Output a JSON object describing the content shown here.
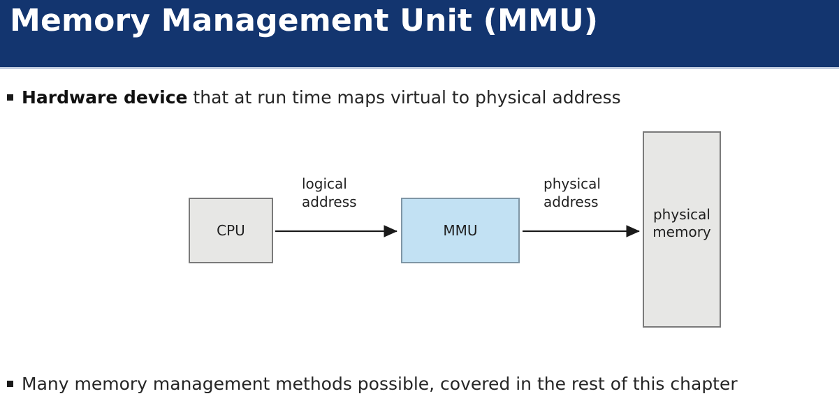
{
  "slide": {
    "title": "Memory Management Unit (MMU)",
    "bullets": {
      "top": {
        "emphasis": "Hardware device",
        "rest": " that at run time maps virtual to physical address"
      },
      "bottom": {
        "text": "Many memory management methods possible, covered in the rest of this chapter"
      }
    },
    "diagram": {
      "nodes": {
        "cpu": "CPU",
        "mmu": "MMU",
        "memory": "physical\nmemory"
      },
      "edge_labels": {
        "logical": "logical\naddress",
        "physical": "physical\naddress"
      }
    },
    "colors": {
      "title_bar": "#13356f",
      "title_text": "#ffffff",
      "title_underline": "#c3cddf",
      "box_gray_fill": "#e7e7e5",
      "box_gray_border": "#7a7a7a",
      "box_blue_fill": "#c2e1f3",
      "box_blue_border": "#7f96a5",
      "arrow": "#1a1a1a",
      "body_text": "#262626"
    }
  }
}
